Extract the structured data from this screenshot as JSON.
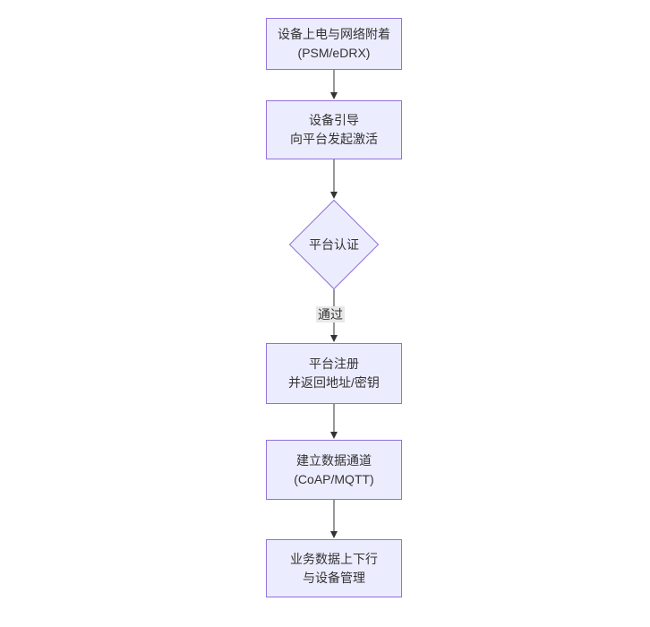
{
  "diagram": {
    "type": "flowchart-top-down",
    "nodes": [
      {
        "id": "power-network-attach",
        "shape": "rect",
        "lines": [
          "设备上电与网络附着",
          "(PSM/eDRX)"
        ]
      },
      {
        "id": "bootstrap-activate",
        "shape": "rect",
        "lines": [
          "设备引导",
          "向平台发起激活"
        ]
      },
      {
        "id": "platform-auth",
        "shape": "diamond",
        "lines": [
          "平台认证"
        ]
      },
      {
        "id": "platform-register",
        "shape": "rect",
        "lines": [
          "平台注册",
          "并返回地址/密钥"
        ]
      },
      {
        "id": "data-channel",
        "shape": "rect",
        "lines": [
          "建立数据通道",
          "(CoAP/MQTT)"
        ]
      },
      {
        "id": "business-data",
        "shape": "rect",
        "lines": [
          "业务数据上下行",
          "与设备管理"
        ]
      }
    ],
    "edges": [
      {
        "from": "power-network-attach",
        "to": "bootstrap-activate",
        "label": ""
      },
      {
        "from": "bootstrap-activate",
        "to": "platform-auth",
        "label": ""
      },
      {
        "from": "platform-auth",
        "to": "platform-register",
        "label": "通过"
      },
      {
        "from": "platform-register",
        "to": "data-channel",
        "label": ""
      },
      {
        "from": "data-channel",
        "to": "business-data",
        "label": ""
      }
    ],
    "colors": {
      "node_fill": "#ECECFF",
      "node_border": "#9370DB",
      "edge_line": "#333333",
      "edge_label_bg": "#e8e8e8",
      "text": "#333333",
      "background": "#ffffff"
    }
  }
}
